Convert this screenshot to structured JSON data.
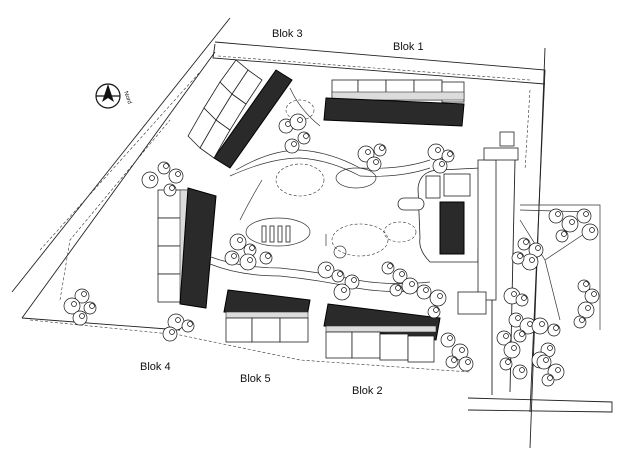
{
  "labels": {
    "blok1": "Blok 1",
    "blok2": "Blok 2",
    "blok3": "Blok 3",
    "blok4": "Blok 4",
    "blok5": "Blok 5",
    "north": "Nord"
  },
  "colors": {
    "building": "#2a2a2a",
    "line": "#222222",
    "background": "#ffffff"
  },
  "icons": {
    "north_arrow": "north-arrow-icon",
    "tree": "tree-icon"
  }
}
